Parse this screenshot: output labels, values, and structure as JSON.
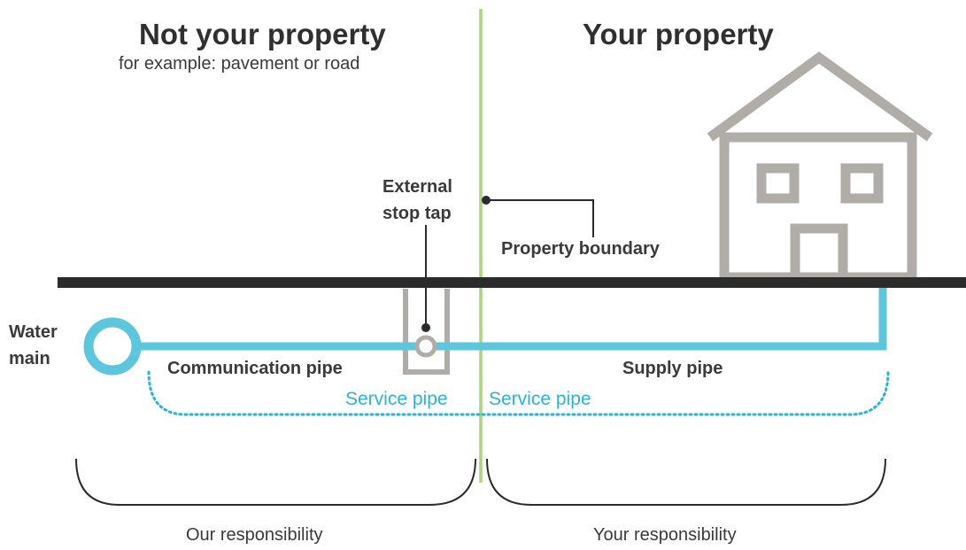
{
  "colors": {
    "water_pipe": "#5cc6dc",
    "service_pipe_text": "#2ab4d4",
    "boundary_line": "#a9d57c",
    "ground_line": "#2b2b2b",
    "house": "#b0aca7",
    "text": "#3a3a3a"
  },
  "left": {
    "title": "Not your property",
    "subtitle": "for example: pavement or road"
  },
  "right": {
    "title": "Your property"
  },
  "labels": {
    "external_stop_tap": "External\nstop tap",
    "property_boundary": "Property boundary",
    "water_main": "Water\nmain",
    "communication_pipe": "Communication pipe",
    "supply_pipe": "Supply pipe",
    "service_pipe_left": "Service pipe",
    "service_pipe_right": "Service pipe"
  },
  "responsibility": {
    "ours": "Our responsibility",
    "yours": "Your responsibility"
  },
  "icons": {
    "house": "house-icon",
    "stop_tap": "stop-tap-icon",
    "water_main": "water-main-ring-icon"
  }
}
